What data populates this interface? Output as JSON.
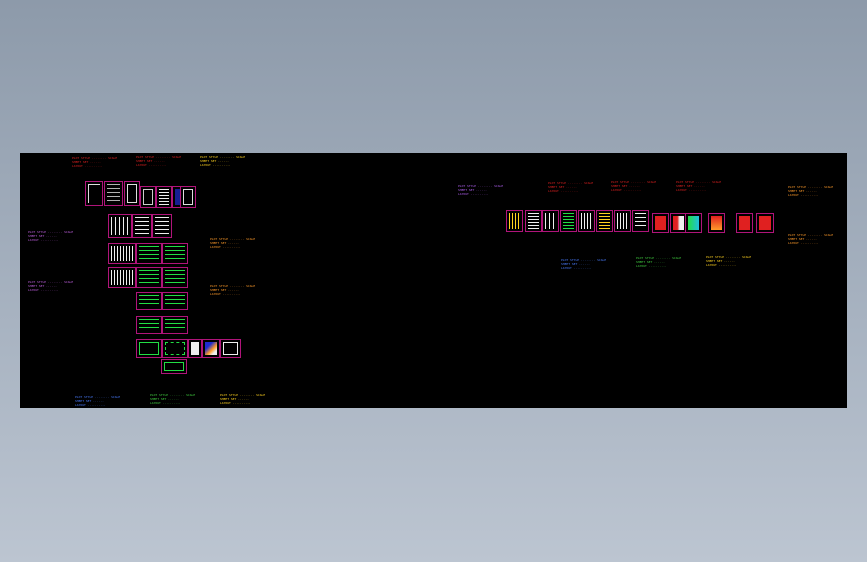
{
  "viewer": {
    "background_color": "#000000",
    "sheet_border_color": "#b0147a"
  },
  "notes": [
    {
      "id": "n1",
      "color": "#e02020",
      "lines": [
        "PLOT STYLE ........ SCALE",
        "SHEET SET ...... ",
        "LAYOUT .......... "
      ]
    },
    {
      "id": "n2",
      "color": "#e02020",
      "lines": [
        "PLOT STYLE ........ SCALE",
        "SHEET SET ...... ",
        "LAYOUT .......... "
      ]
    },
    {
      "id": "n3",
      "color": "#ffd21f",
      "lines": [
        "PLOT STYLE ........ SCALE",
        "SHEET SET ...... ",
        "LAYOUT .......... "
      ]
    },
    {
      "id": "n4",
      "color": "#c060e0",
      "lines": [
        "PLOT STYLE ........ SCALE",
        "SHEET SET ...... ",
        "LAYOUT .......... "
      ]
    },
    {
      "id": "n5",
      "color": "#ff9b2a",
      "lines": [
        "PLOT STYLE ........ SCALE",
        "SHEET SET ...... ",
        "LAYOUT .......... "
      ]
    },
    {
      "id": "n6",
      "color": "#c060e0",
      "lines": [
        "PLOT STYLE ........ SCALE",
        "SHEET SET ...... ",
        "LAYOUT .......... "
      ]
    },
    {
      "id": "n7",
      "color": "#ff9b2a",
      "lines": [
        "PLOT STYLE ........ SCALE",
        "SHEET SET ...... ",
        "LAYOUT .......... "
      ]
    },
    {
      "id": "n8",
      "color": "#4a7cff",
      "lines": [
        "PLOT STYLE ........ SCALE",
        "SHEET SET ...... ",
        "LAYOUT .......... "
      ]
    },
    {
      "id": "n9",
      "color": "#40d040",
      "lines": [
        "PLOT STYLE ........ SCALE",
        "SHEET SET ...... ",
        "LAYOUT .......... "
      ]
    },
    {
      "id": "n10",
      "color": "#ffd21f",
      "lines": [
        "PLOT STYLE ........ SCALE",
        "SHEET SET ...... ",
        "LAYOUT .......... "
      ]
    },
    {
      "id": "n11",
      "color": "#b060f0",
      "lines": [
        "PLOT STYLE ........ SCALE",
        "SHEET SET ...... ",
        "LAYOUT .......... "
      ]
    },
    {
      "id": "n12",
      "color": "#e02020",
      "lines": [
        "PLOT STYLE ........ SCALE",
        "SHEET SET ...... ",
        "LAYOUT .......... "
      ]
    },
    {
      "id": "n13",
      "color": "#e02020",
      "lines": [
        "PLOT STYLE ........ SCALE",
        "SHEET SET ...... ",
        "LAYOUT .......... "
      ]
    },
    {
      "id": "n14",
      "color": "#e02020",
      "lines": [
        "PLOT STYLE ........ SCALE",
        "SHEET SET ...... ",
        "LAYOUT .......... "
      ]
    },
    {
      "id": "n15",
      "color": "#ff9b2a",
      "lines": [
        "PLOT STYLE ........ SCALE",
        "SHEET SET ...... ",
        "LAYOUT .......... "
      ]
    },
    {
      "id": "n16",
      "color": "#4a7cff",
      "lines": [
        "PLOT STYLE ........ SCALE",
        "SHEET SET ...... ",
        "LAYOUT .......... "
      ]
    },
    {
      "id": "n17",
      "color": "#40d040",
      "lines": [
        "PLOT STYLE ........ SCALE",
        "SHEET SET ...... ",
        "LAYOUT .......... "
      ]
    },
    {
      "id": "n18",
      "color": "#ffd21f",
      "lines": [
        "PLOT STYLE ........ SCALE",
        "SHEET SET ...... ",
        "LAYOUT .......... "
      ]
    },
    {
      "id": "n19",
      "color": "#ff9b2a",
      "lines": [
        "PLOT STYLE ........ SCALE",
        "SHEET SET ...... ",
        "LAYOUT .......... "
      ]
    }
  ]
}
